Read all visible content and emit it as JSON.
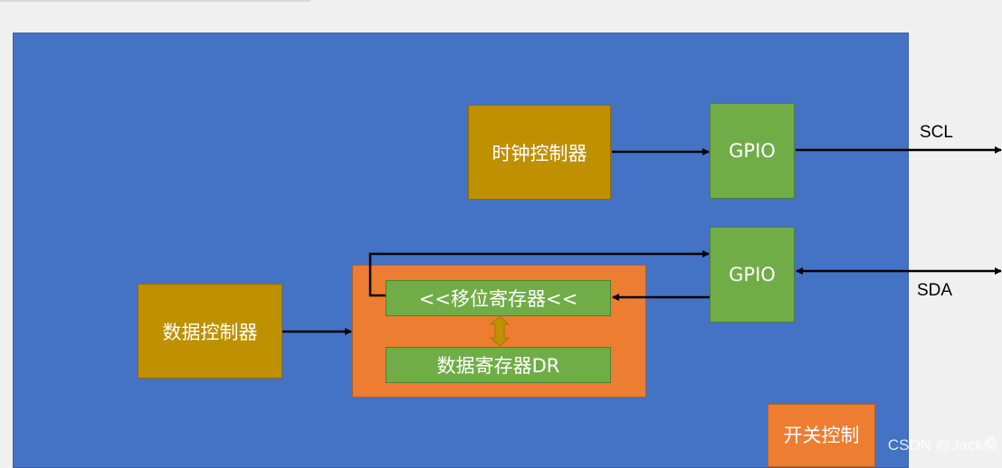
{
  "blocks": {
    "clock_controller": "时钟控制器",
    "gpio_scl": "GPIO",
    "gpio_sda": "GPIO",
    "data_controller": "数据控制器",
    "shift_register": "<<移位寄存器<<",
    "data_register": "数据寄存器DR",
    "switch_control": "开关控制"
  },
  "signals": {
    "scl": "SCL",
    "sda": "SDA"
  },
  "watermark": "CSDN @Jack桑",
  "colors": {
    "background": "#4472c4",
    "controller": "#bf9000",
    "gpio": "#70ad47",
    "register_group": "#ed7d31",
    "register": "#70ad47",
    "double_arrow": "#bf9000"
  }
}
